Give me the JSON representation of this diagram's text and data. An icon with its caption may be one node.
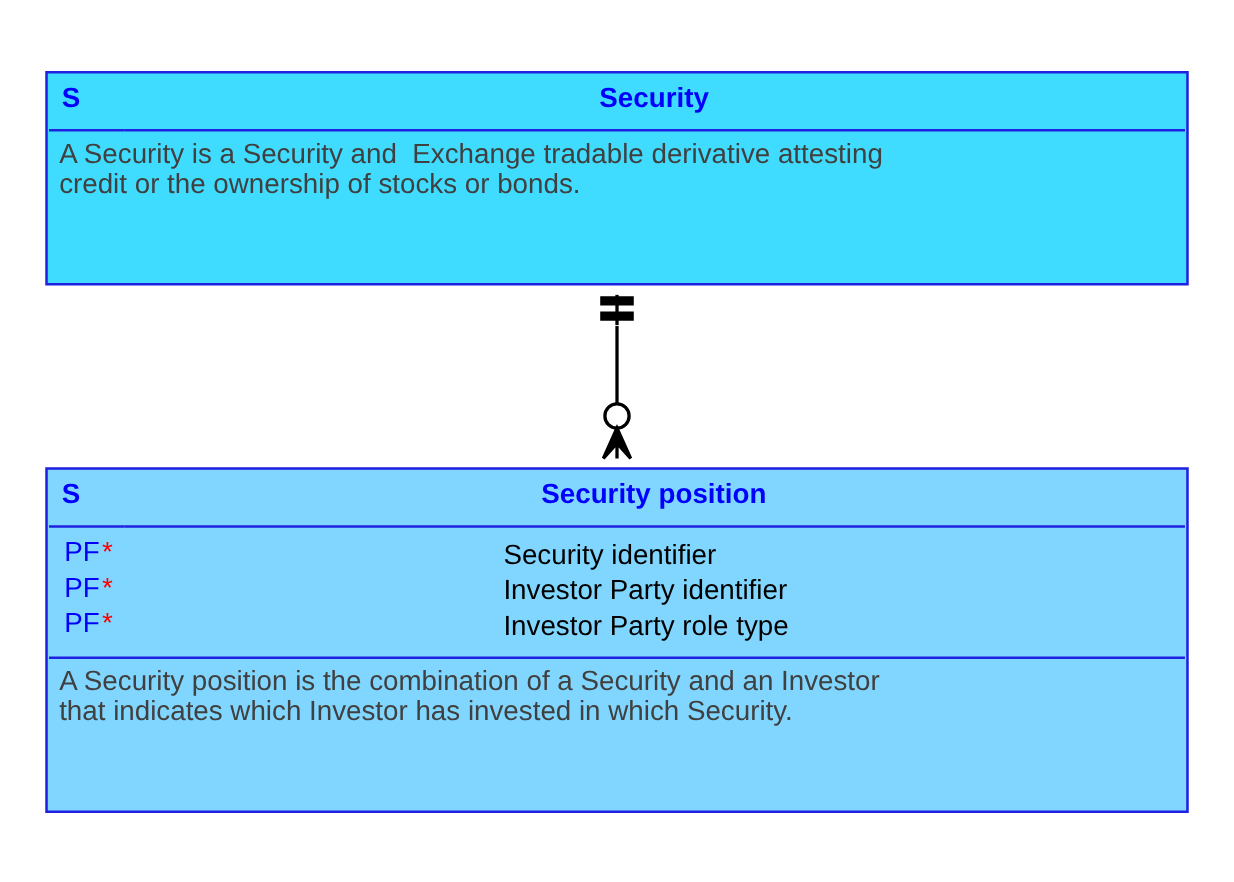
{
  "diagram": {
    "nodes": [
      {
        "text": [
          "S",
          "Security",
          "A Security is a Security and  Exchange tradable derivative attesting credit or the ownership of stocks or bonds."
        ]
      },
      {
        "text": [
          "S",
          "Security position",
          "PF*",
          "Security identifier",
          "PF*",
          "Investor Party identifier",
          "PF*",
          "Investor Party role type",
          "A Security position is the combination of a Security and an Investor that indicates which Investor has invested in which Security."
        ]
      }
    ],
    "edges": [
      {
        "from": 0,
        "to": 1,
        "arrow": "other"
      }
    ]
  }
}
